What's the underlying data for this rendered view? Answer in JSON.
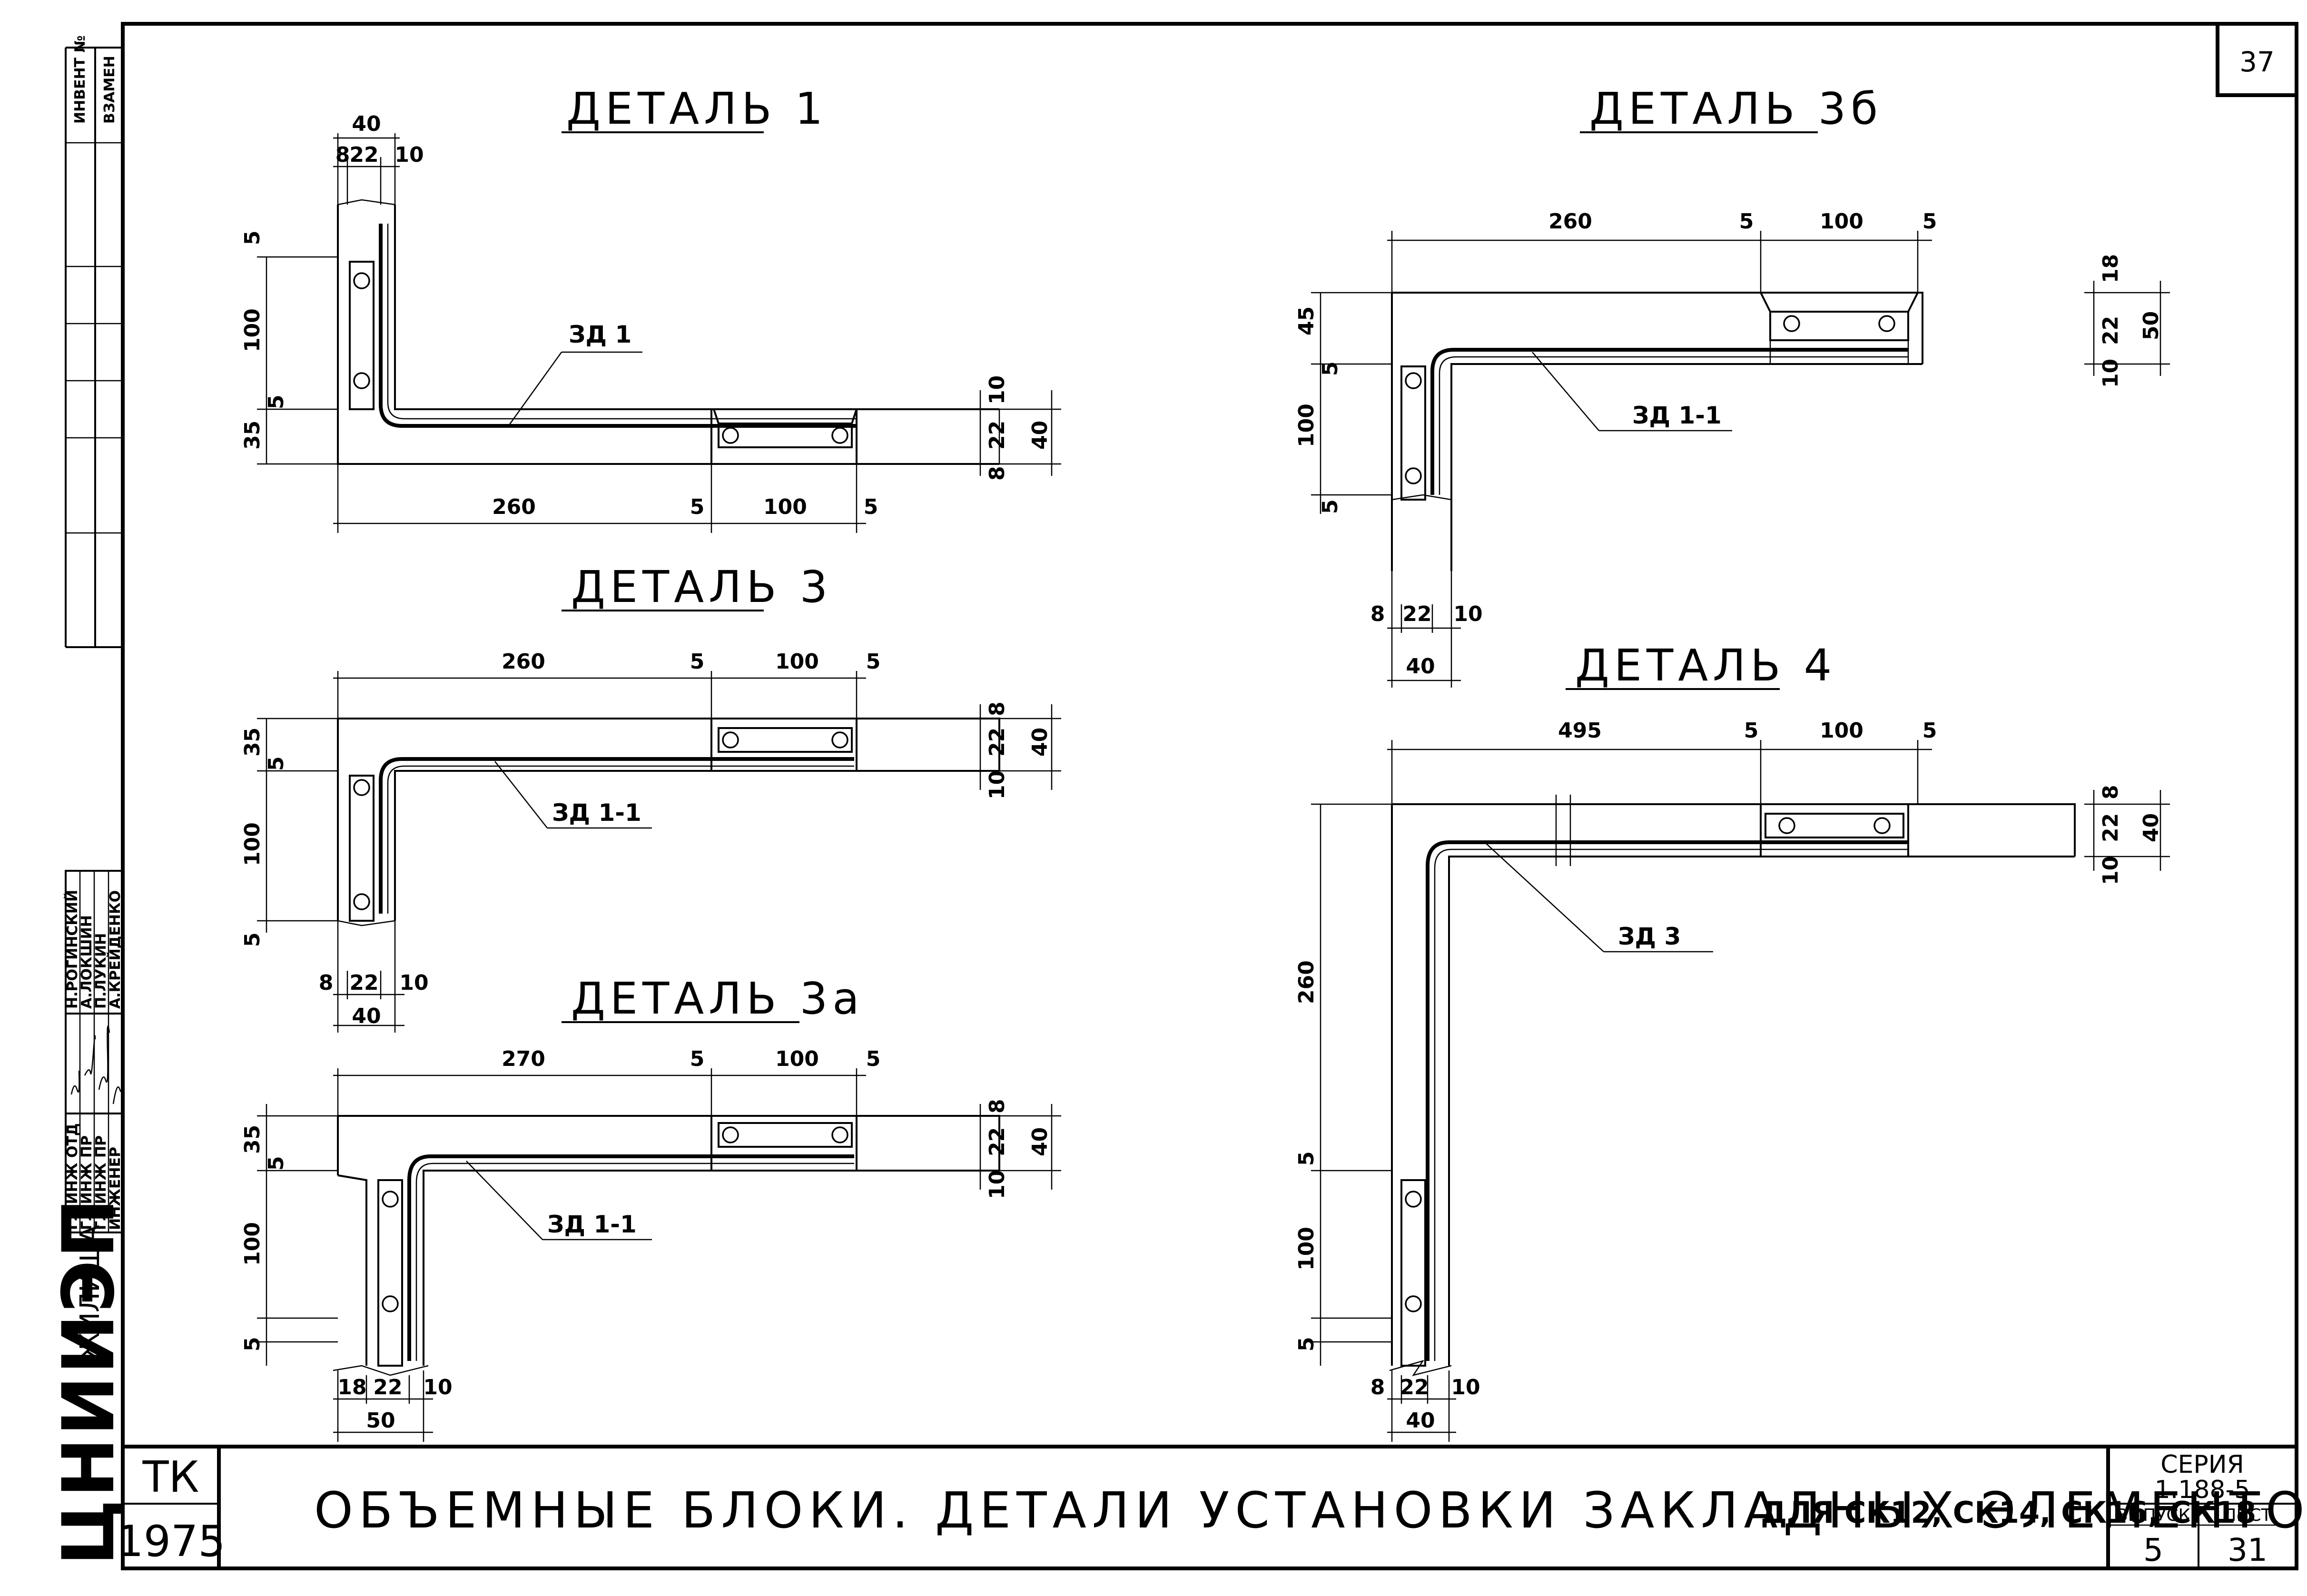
{
  "sheet_number": "37",
  "stamp": {
    "org": "ЦНИИЭП",
    "org_suffix": "ЖИЛИЩА",
    "roles": [
      "ГЛ ИНЖ ОТД",
      "ГЛ ИНЖ ПР",
      "ГЛ ИНЖ ПР",
      "ИНЖЕНЕР"
    ],
    "names": [
      "Н.РОГИНСКИЙ",
      "А.ЛОКШИН",
      "П.ЛУКИН",
      "А.КРЕЙДЕНКО"
    ],
    "side_col1": "ИНВЕНТ №",
    "side_col2": "ВЗАМЕН"
  },
  "title_block": {
    "code_top": "ТК",
    "code_year": "1975",
    "title": "ОБЪЕМНЫЕ БЛОКИ. ДЕТАЛИ УСТАНОВКИ ЗАКЛАДНЫХ ЭЛЕМЕНТОВ",
    "title_suffix": "ДЛЯ СК12, СК14, СК16, СК18",
    "series_label": "СЕРИЯ",
    "series_value": "1.188-5",
    "issue_label": "ВЫПУСК",
    "issue_value": "5",
    "sheet_label": "ЛИСТ",
    "sheet_value": "31"
  },
  "details": {
    "d1": {
      "title": "ДЕТАЛЬ 1",
      "tag": "ЗД 1",
      "dims": {
        "top_total": "40",
        "top_a": "8",
        "top_b": "22",
        "top_c": "10",
        "left_a": "5",
        "left_b": "100",
        "left_c": "5",
        "left_d": "35",
        "bottom_a": "260",
        "bottom_b": "5",
        "bottom_c": "100",
        "bottom_d": "5",
        "right_a": "10",
        "right_b": "22",
        "right_c": "8",
        "right_total": "40"
      }
    },
    "d3": {
      "title": "ДЕТАЛЬ 3",
      "tag": "ЗД 1-1",
      "dims": {
        "top_a": "260",
        "top_b": "5",
        "top_c": "100",
        "top_d": "5",
        "left_a": "35",
        "left_b": "5",
        "left_c": "100",
        "left_d": "5",
        "right_a": "8",
        "right_b": "22",
        "right_c": "10",
        "right_total": "40",
        "bottom_a": "8",
        "bottom_b": "22",
        "bottom_c": "10",
        "bottom_total": "40"
      }
    },
    "d3a": {
      "title": "ДЕТАЛЬ 3а",
      "tag": "ЗД 1-1",
      "dims": {
        "top_a": "270",
        "top_b": "5",
        "top_c": "100",
        "top_d": "5",
        "left_a": "35",
        "left_b": "5",
        "left_c": "100",
        "left_d": "5",
        "right_a": "8",
        "right_b": "22",
        "right_c": "10",
        "right_total": "40",
        "bottom_a": "18",
        "bottom_b": "22",
        "bottom_c": "10",
        "bottom_total": "50"
      }
    },
    "d3b": {
      "title": "ДЕТАЛЬ 3б",
      "tag": "ЗД 1-1",
      "dims": {
        "top_a": "260",
        "top_b": "5",
        "top_c": "100",
        "top_d": "5",
        "left_a": "45",
        "left_b": "5",
        "left_c": "100",
        "left_d": "5",
        "right_a": "18",
        "right_b": "22",
        "right_c": "10",
        "right_total": "50",
        "bottom_a": "8",
        "bottom_b": "22",
        "bottom_c": "10",
        "bottom_total": "40"
      }
    },
    "d4": {
      "title": "ДЕТАЛЬ 4",
      "tag": "ЗД 3",
      "dims": {
        "top_a": "495",
        "top_b": "5",
        "top_c": "100",
        "top_d": "5",
        "left_a": "260",
        "left_b": "5",
        "left_c": "100",
        "left_d": "5",
        "right_a": "8",
        "right_b": "22",
        "right_c": "10",
        "right_total": "40",
        "bottom_a": "8",
        "bottom_b": "22",
        "bottom_c": "10",
        "bottom_total": "40"
      }
    }
  }
}
